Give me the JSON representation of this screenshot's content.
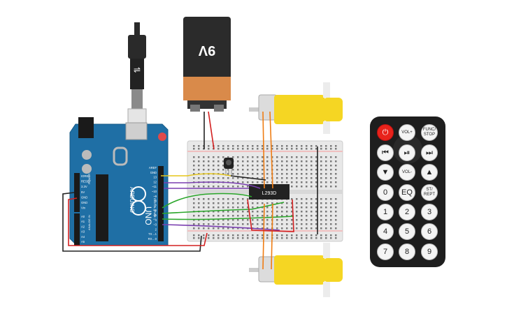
{
  "battery": {
    "label": "9V"
  },
  "driver_chip": {
    "label": "L293D"
  },
  "arduino": {
    "brand": "ARDUINO",
    "model": "UNO",
    "power_header": [
      "IOREF",
      "RESET",
      "3.3V",
      "5V",
      "GND",
      "GND",
      "Vin"
    ],
    "analog_header": [
      "A0",
      "A1",
      "A2",
      "A3",
      "A4",
      "A5"
    ],
    "digital_header": [
      "AREF",
      "GND",
      "13",
      "12",
      "~11",
      "~10",
      "~9",
      "8",
      "7",
      "~6",
      "~5",
      "4",
      "~3",
      "2",
      "TX→1",
      "RX←0"
    ],
    "power_label": "POWER",
    "analog_label": "ANALOG IN",
    "digital_label": "DIGITAL (PWM~)"
  },
  "remote": {
    "buttons": [
      {
        "id": "power",
        "label": "⏻"
      },
      {
        "id": "vol-up",
        "label": "VOL+"
      },
      {
        "id": "func-stop",
        "label": "FUNC/ STOP"
      },
      {
        "id": "prev",
        "label": "⏮"
      },
      {
        "id": "play-pause",
        "label": "⏯"
      },
      {
        "id": "next",
        "label": "⏭"
      },
      {
        "id": "down",
        "label": "▼"
      },
      {
        "id": "vol-down",
        "label": "VOL-"
      },
      {
        "id": "up",
        "label": "▲"
      },
      {
        "id": "zero",
        "label": "0"
      },
      {
        "id": "eq",
        "label": "EQ"
      },
      {
        "id": "st-rept",
        "label": "ST/ REPT"
      },
      {
        "id": "one",
        "label": "1"
      },
      {
        "id": "two",
        "label": "2"
      },
      {
        "id": "three",
        "label": "3"
      },
      {
        "id": "four",
        "label": "4"
      },
      {
        "id": "five",
        "label": "5"
      },
      {
        "id": "six",
        "label": "6"
      },
      {
        "id": "seven",
        "label": "7"
      },
      {
        "id": "eight",
        "label": "8"
      },
      {
        "id": "nine",
        "label": "9"
      }
    ]
  },
  "colors": {
    "arduino": "#1f6fa5",
    "battery_body": "#2b2b2b",
    "battery_cap": "#d98a4a",
    "motor": "#f5d623",
    "remote_body": "#1e1e1e",
    "power_button": "#e8231b",
    "wire_red": "#d32020",
    "wire_black": "#222222",
    "wire_yellow": "#e6c619",
    "wire_purple": "#7a3fb0",
    "wire_green": "#2aa62a",
    "wire_orange": "#ef7d14"
  }
}
